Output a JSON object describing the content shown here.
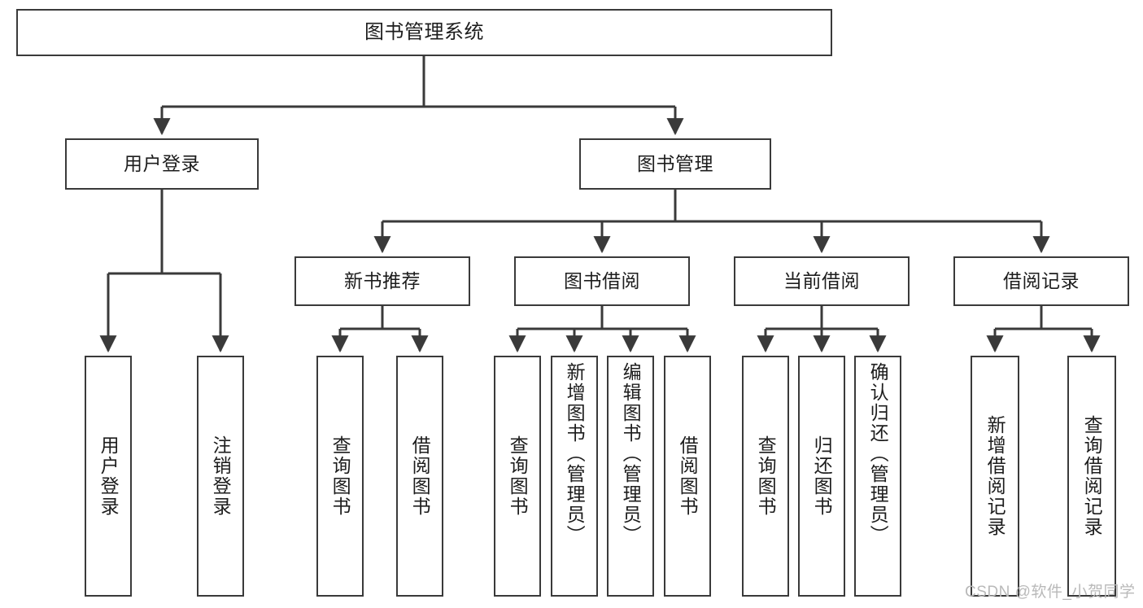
{
  "diagram": {
    "type": "hierarchy-tree",
    "title": "图书管理系统",
    "watermark": "CSDN @软件_小贺同学",
    "colors": {
      "box_border": "#3a3a3a",
      "box_fill": "#ffffff",
      "connector": "#3a3a3a",
      "text": "#1d1d1d",
      "watermark": "#b9b9b9",
      "background": "#ffffff"
    },
    "nodes": {
      "root": {
        "label": "图书管理系统"
      },
      "level2": [
        {
          "label": "用户登录"
        },
        {
          "label": "图书管理"
        }
      ],
      "level3": [
        {
          "label": "新书推荐"
        },
        {
          "label": "图书借阅"
        },
        {
          "label": "当前借阅"
        },
        {
          "label": "借阅记录"
        }
      ],
      "leaves": {
        "user_login": [
          {
            "label": "用户登录"
          },
          {
            "label": "注销登录"
          }
        ],
        "new_book": [
          {
            "label": "查询图书"
          },
          {
            "label": "借阅图书"
          }
        ],
        "book_borrow": [
          {
            "label": "查询图书"
          },
          {
            "label": "新增图书（管理员）"
          },
          {
            "label": "编辑图书（管理员）"
          },
          {
            "label": "借阅图书"
          }
        ],
        "current_borrow": [
          {
            "label": "查询图书"
          },
          {
            "label": "归还图书"
          },
          {
            "label": "确认归还（管理员）"
          }
        ],
        "borrow_record": [
          {
            "label": "新增借阅记录"
          },
          {
            "label": "查询借阅记录"
          }
        ]
      }
    }
  }
}
